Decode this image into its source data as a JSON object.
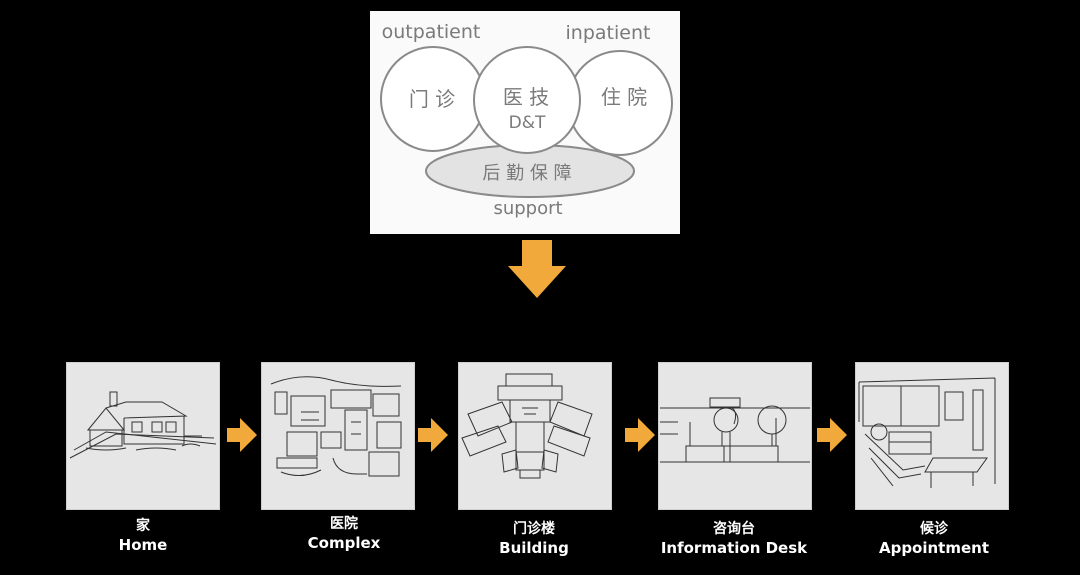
{
  "colors": {
    "background": "#000000",
    "accent": "#f2a93b",
    "panel": "#fafafa",
    "card": "#e6e6e6",
    "line": "#333333"
  },
  "diagram": {
    "outpatient_label": "outpatient",
    "inpatient_label": "inpatient",
    "support_label": "support",
    "left_circle": "门 诊",
    "center_circle_zh": "医 技",
    "center_circle_en": "D&T",
    "right_circle": "住 院",
    "ellipse_label": "后 勤 保 障"
  },
  "steps": [
    {
      "zh": "家",
      "en": "Home"
    },
    {
      "zh": "医院",
      "en": "Complex"
    },
    {
      "zh": "门诊楼",
      "en": "Building"
    },
    {
      "zh": "咨询台",
      "en": "Information Desk"
    },
    {
      "zh": "候诊",
      "en": "Appointment"
    }
  ]
}
